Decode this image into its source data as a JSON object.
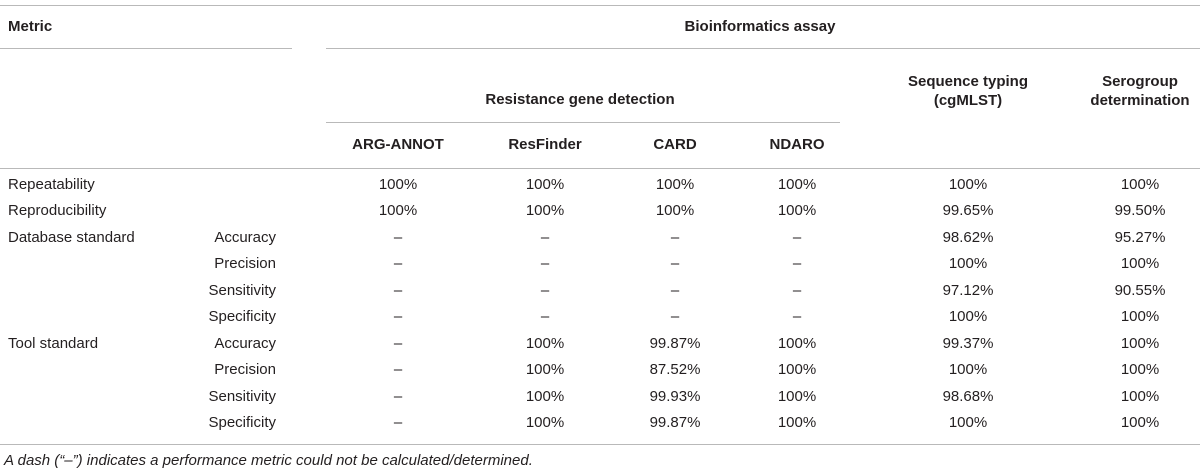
{
  "header": {
    "metric": "Metric",
    "assay": "Bioinformatics assay",
    "resistance_group": "Resistance gene detection",
    "seq_typing_line1": "Sequence typing",
    "seq_typing_line2": "(cgMLST)",
    "serogroup_line1": "Serogroup",
    "serogroup_line2": "determination",
    "columns": [
      "ARG-ANNOT",
      "ResFinder",
      "CARD",
      "NDARO"
    ]
  },
  "rows": [
    {
      "metric": "Repeatability",
      "sub": "",
      "values": [
        "100%",
        "100%",
        "100%",
        "100%",
        "100%",
        "100%"
      ]
    },
    {
      "metric": "Reproducibility",
      "sub": "",
      "values": [
        "100%",
        "100%",
        "100%",
        "100%",
        "99.65%",
        "99.50%"
      ]
    },
    {
      "metric": "Database standard",
      "sub": "Accuracy",
      "values": [
        "–",
        "–",
        "–",
        "–",
        "98.62%",
        "95.27%"
      ]
    },
    {
      "metric": "",
      "sub": "Precision",
      "values": [
        "–",
        "–",
        "–",
        "–",
        "100%",
        "100%"
      ]
    },
    {
      "metric": "",
      "sub": "Sensitivity",
      "values": [
        "–",
        "–",
        "–",
        "–",
        "97.12%",
        "90.55%"
      ]
    },
    {
      "metric": "",
      "sub": "Specificity",
      "values": [
        "–",
        "–",
        "–",
        "–",
        "100%",
        "100%"
      ]
    },
    {
      "metric": "Tool standard",
      "sub": "Accuracy",
      "values": [
        "–",
        "100%",
        "99.87%",
        "100%",
        "99.37%",
        "100%"
      ]
    },
    {
      "metric": "",
      "sub": "Precision",
      "values": [
        "–",
        "100%",
        "87.52%",
        "100%",
        "100%",
        "100%"
      ]
    },
    {
      "metric": "",
      "sub": "Sensitivity",
      "values": [
        "–",
        "100%",
        "99.93%",
        "100%",
        "98.68%",
        "100%"
      ]
    },
    {
      "metric": "",
      "sub": "Specificity",
      "values": [
        "–",
        "100%",
        "99.87%",
        "100%",
        "100%",
        "100%"
      ]
    }
  ],
  "footnote": "A dash (“–”) indicates a performance metric could not be calculated/determined."
}
